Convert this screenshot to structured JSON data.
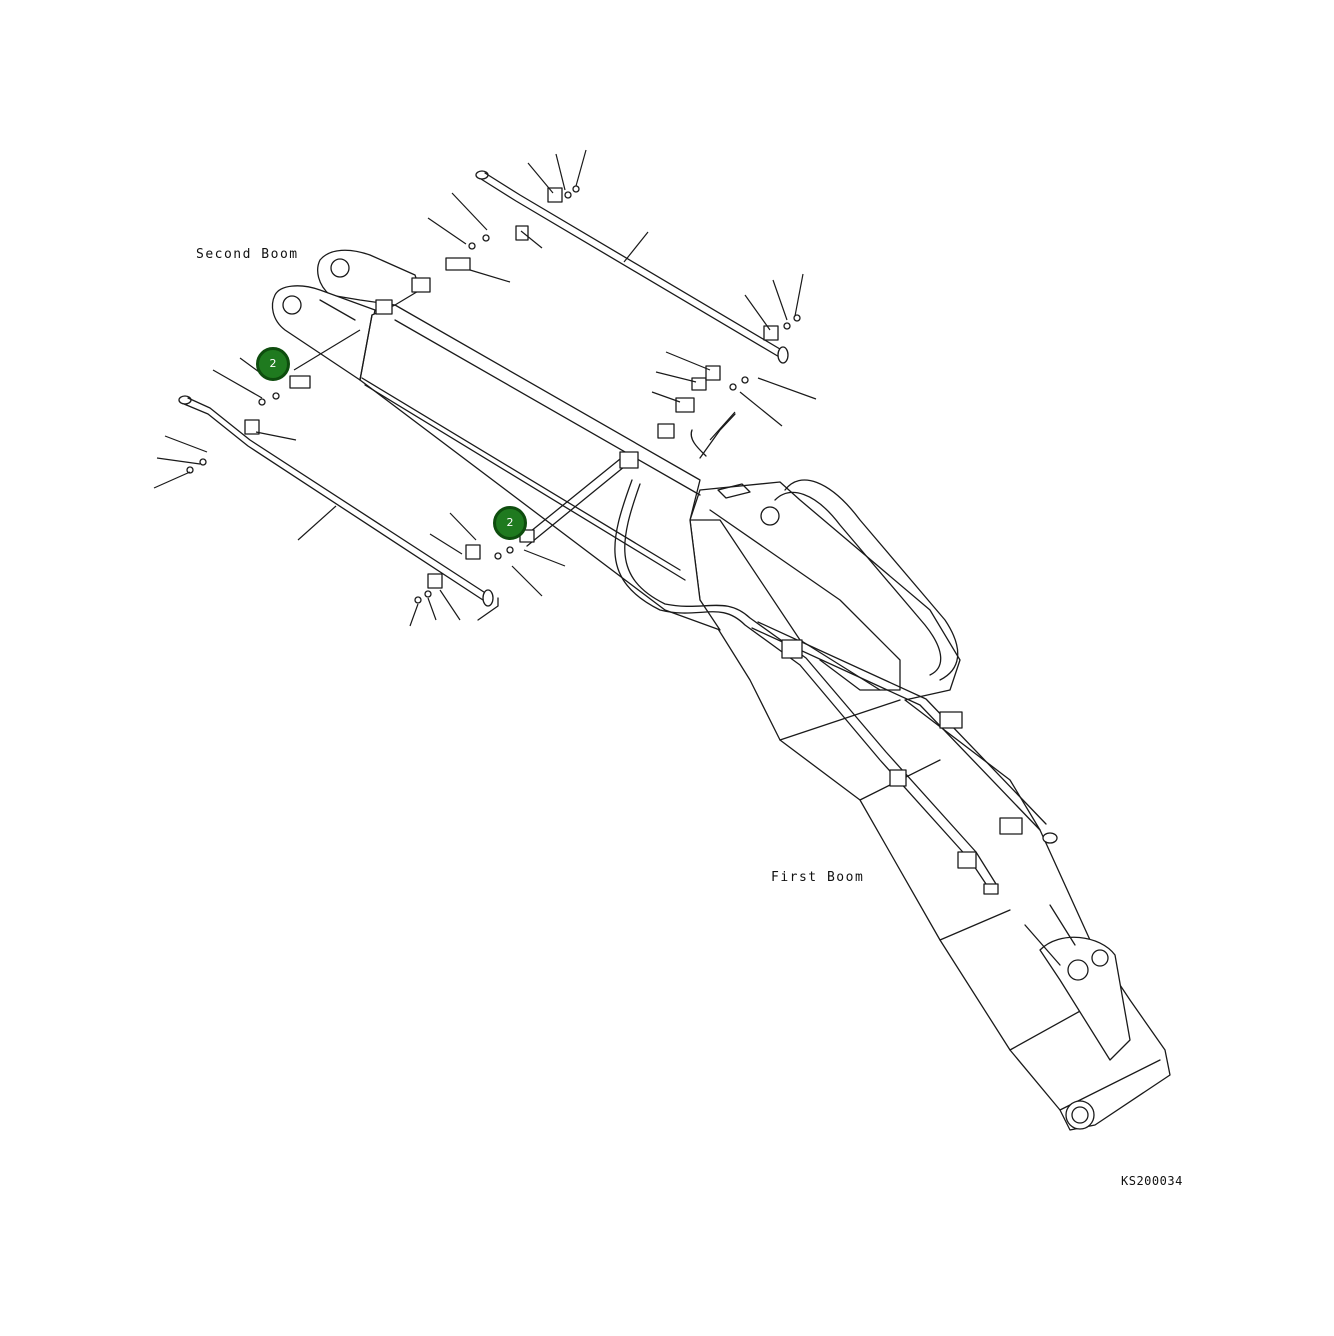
{
  "labels": {
    "second_boom": "Second Boom",
    "first_boom": "First Boom",
    "drawing_code": "KS200034"
  },
  "callouts": [
    {
      "text": "2",
      "color": "#1f7a1f"
    },
    {
      "text": "2",
      "color": "#1f7a1f"
    }
  ],
  "colors": {
    "line": "#1a1a1a",
    "callout": "#1f7a1f",
    "background": "#ffffff"
  }
}
